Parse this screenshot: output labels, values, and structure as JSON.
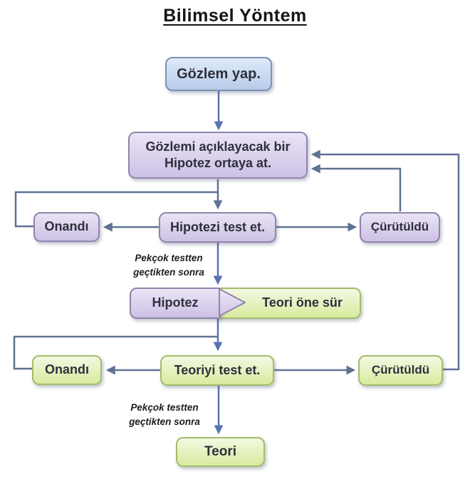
{
  "title": "Bilimsel Yöntem",
  "nodes": {
    "observe": "Gözlem yap.",
    "hypothesize": "Gözlemi açıklayacak bir Hipotez ortaya at.",
    "test_hypothesis": "Hipotezi test et.",
    "confirmed_1": "Onandı",
    "refuted_1": "Çürütüldü",
    "hypothesis": "Hipotez",
    "propose_theory": "Teori öne sür",
    "test_theory": "Teoriyi test et.",
    "confirmed_2": "Onandı",
    "refuted_2": "Çürütüldü",
    "theory": "Teori"
  },
  "annotations": {
    "after_many_tests_1": "Pekçok testten geçtikten sonra",
    "after_many_tests_2": "Pekçok testten geçtikten sonra"
  },
  "edges": [
    {
      "from": "observe",
      "to": "hypothesize"
    },
    {
      "from": "hypothesize",
      "to": "test_hypothesis"
    },
    {
      "from": "test_hypothesis",
      "to": "confirmed_1"
    },
    {
      "from": "test_hypothesis",
      "to": "refuted_1"
    },
    {
      "from": "confirmed_1",
      "to": "test_hypothesis",
      "type": "feedback-loop"
    },
    {
      "from": "refuted_1",
      "to": "hypothesize",
      "type": "feedback-loop"
    },
    {
      "from": "test_hypothesis",
      "to": "hypothesis",
      "label": "Pekçok testten geçtikten sonra"
    },
    {
      "from": "hypothesis",
      "to": "propose_theory"
    },
    {
      "from": "propose_theory",
      "to": "test_theory"
    },
    {
      "from": "test_theory",
      "to": "confirmed_2"
    },
    {
      "from": "test_theory",
      "to": "refuted_2"
    },
    {
      "from": "confirmed_2",
      "to": "test_theory",
      "type": "feedback-loop"
    },
    {
      "from": "refuted_2",
      "to": "hypothesize",
      "type": "feedback-loop"
    },
    {
      "from": "test_theory",
      "to": "theory",
      "label": "Pekçok testten geçtikten sonra"
    }
  ],
  "colors": {
    "background": "#ffffff",
    "line": "#5e7294",
    "lineBlue": "#5a73b0",
    "textColor": "#2f2f3c",
    "titleColor": "#141414",
    "noteColor": "#1d1d1d",
    "blueTop": "#dfeafa",
    "blueBottom": "#b7cbe9",
    "blueBorder": "#7e92b4",
    "purpleTop": "#eae4f6",
    "purpleBottom": "#cdc1e5",
    "purpleBorder": "#9184ab",
    "greenTop": "#f3f9e3",
    "greenBottom": "#d8eb9e",
    "greenBorder": "#a3bc69"
  }
}
